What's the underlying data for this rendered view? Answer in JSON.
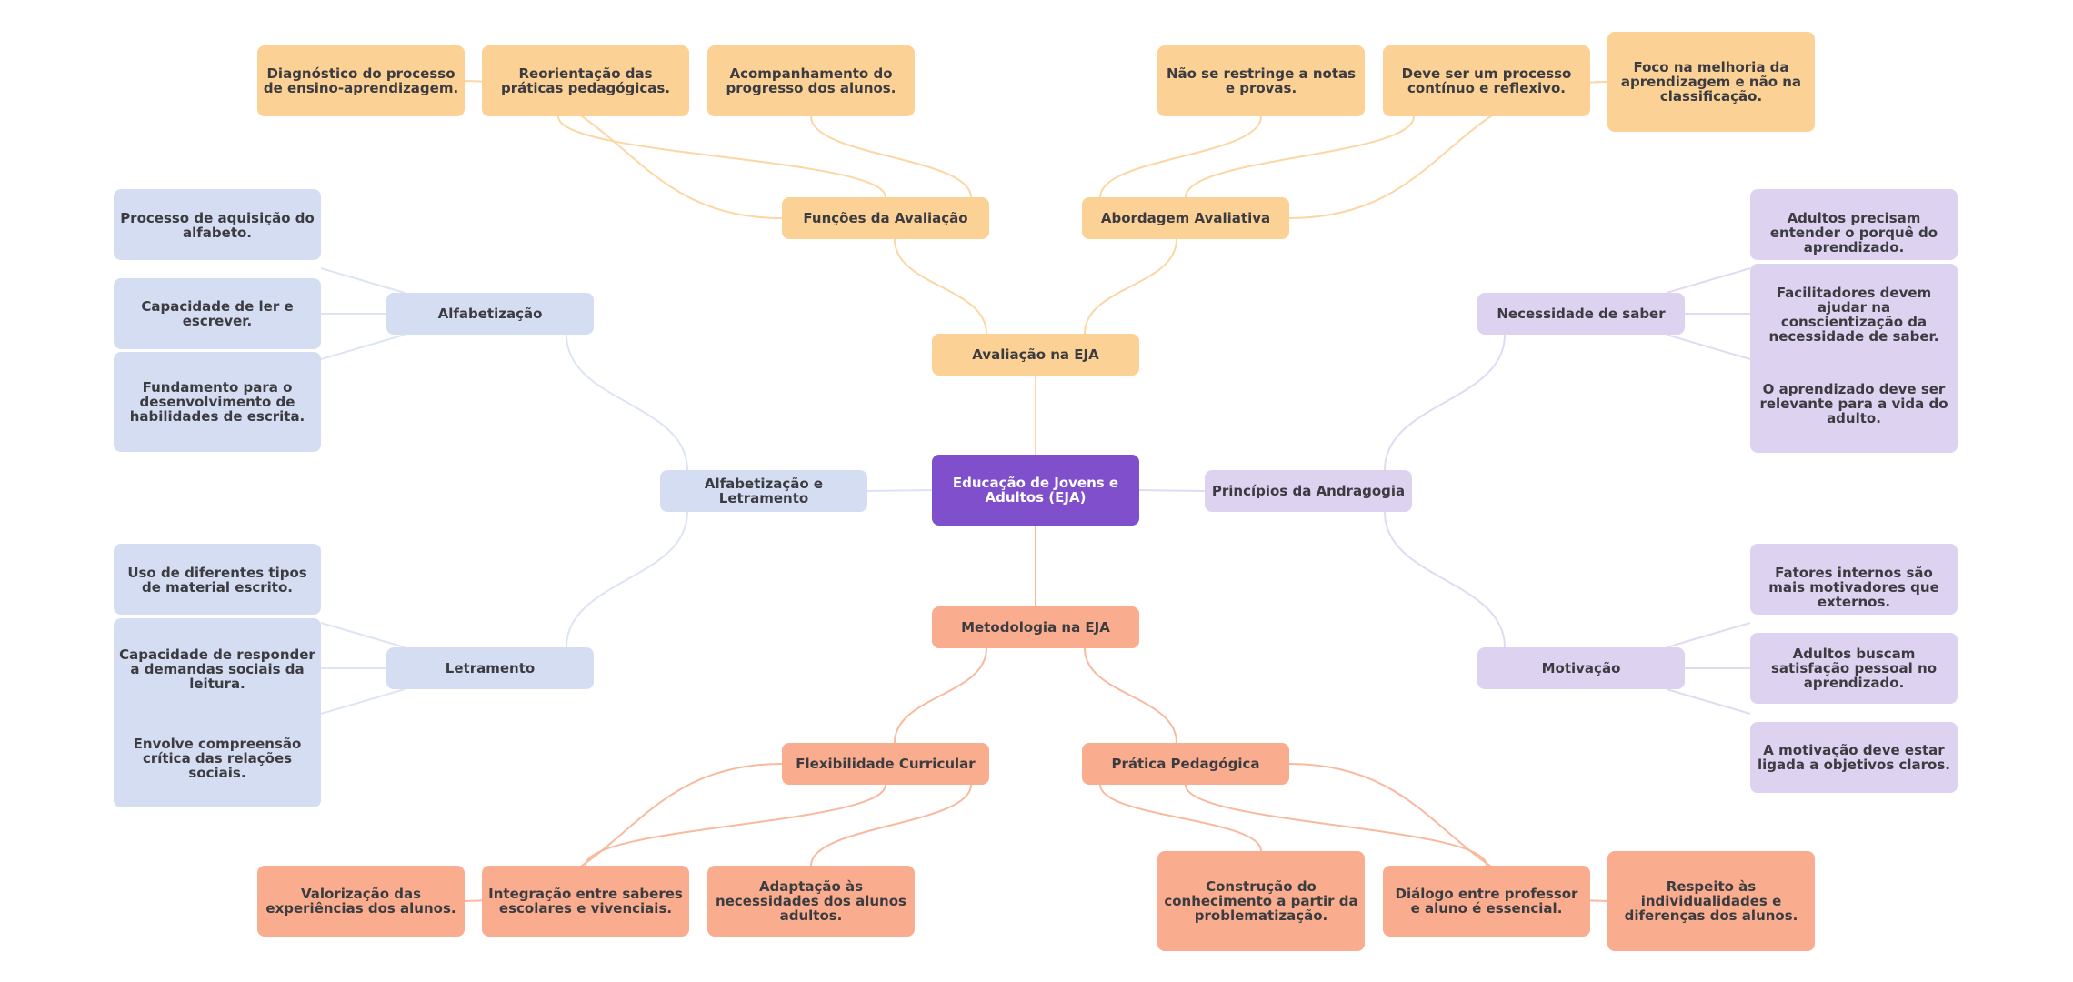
{
  "mindmap": {
    "root": {
      "label": "Educação de Jovens e Adultos (EJA)",
      "color": "#7f4fcc"
    },
    "branches": [
      {
        "label": "Avaliação na EJA",
        "color": "#fcd195",
        "edge_color": "#fcd6a4",
        "children": [
          {
            "label": "Funções da Avaliação",
            "children": [
              "Diagnóstico do processo de ensino-aprendizagem.",
              "Reorientação das práticas pedagógicas.",
              "Acompanhamento do progresso dos alunos."
            ]
          },
          {
            "label": "Abordagem Avaliativa",
            "children": [
              "Não se restringe a notas e provas.",
              "Deve ser um processo contínuo e reflexivo.",
              "Foco na melhoria da aprendizagem e não na classificação."
            ]
          }
        ]
      },
      {
        "label": "Metodologia na EJA",
        "color": "#f9ad8e",
        "edge_color": "#f9b99f",
        "children": [
          {
            "label": "Flexibilidade Curricular",
            "children": [
              "Valorização das experiências dos alunos.",
              "Integração entre saberes escolares e vivenciais.",
              "Adaptação às necessidades dos alunos adultos."
            ]
          },
          {
            "label": "Prática Pedagógica",
            "children": [
              "Construção do conhecimento a partir da problematização.",
              "Diálogo entre professor e aluno é essencial.",
              "Respeito às individualidades e diferenças dos alunos."
            ]
          }
        ]
      },
      {
        "label": "Alfabetização e Letramento",
        "color": "#d5ddf2",
        "edge_color": "#dde4f5",
        "children": [
          {
            "label": "Alfabetização",
            "children": [
              "Processo de aquisição do alfabeto.",
              "Capacidade de ler e escrever.",
              "Fundamento para o desenvolvimento de habilidades de escrita."
            ]
          },
          {
            "label": "Letramento",
            "children": [
              "Uso de diferentes tipos de material escrito.",
              "Capacidade de responder a demandas sociais da leitura.",
              "Envolve compreensão crítica das relações sociais."
            ]
          }
        ]
      },
      {
        "label": "Princípios da Andragogia",
        "color": "#ddd3f1",
        "edge_color": "#e2daf3",
        "children": [
          {
            "label": "Necessidade de saber",
            "children": [
              "Adultos precisam entender o porquê do aprendizado.",
              "Facilitadores devem ajudar na conscientização da necessidade de saber.",
              "O aprendizado deve ser relevante para a vida do adulto."
            ]
          },
          {
            "label": "Motivação",
            "children": [
              "Fatores internos são mais motivadores que externos.",
              "Adultos buscam satisfação pessoal no aprendizado.",
              "A motivação deve estar ligada a objetivos claros."
            ]
          }
        ]
      }
    ]
  }
}
